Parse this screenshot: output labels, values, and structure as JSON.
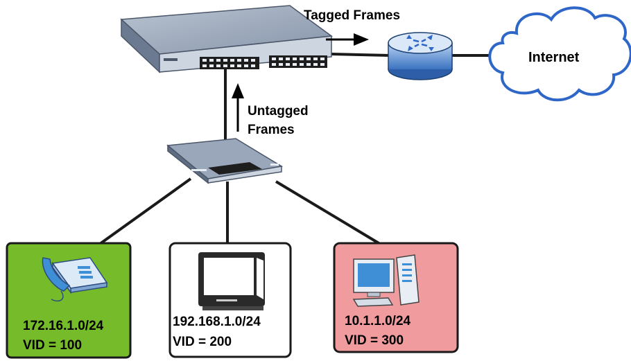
{
  "labels": {
    "tagged_frames": "Tagged Frames",
    "untagged_frames_line1": "Untagged",
    "untagged_frames_line2": "Frames",
    "internet": "Internet"
  },
  "devices": [
    {
      "device": "phone",
      "subnet": "172.16.1.0/24",
      "vid": "VID = 100",
      "box_color": "#76bc2a"
    },
    {
      "device": "tv",
      "subnet": "192.168.1.0/24",
      "vid": "VID = 200",
      "box_color": "#ffffff"
    },
    {
      "device": "computer",
      "subnet": "10.1.1.0/24",
      "vid": "VID = 300",
      "box_color": "#f09b9e"
    }
  ],
  "icons": {
    "main_switch": "managed-switch-icon",
    "router": "router-icon",
    "cloud": "cloud-icon",
    "access_switch": "access-switch-icon",
    "phone": "ip-phone-icon",
    "tv": "tv-monitor-icon",
    "computer": "desktop-computer-icon"
  },
  "colors": {
    "line": "#1a1a1a",
    "device_body": "#7f8fa6",
    "device_front": "#cdd5e0",
    "router_blue": "#3d7cc9",
    "cloud_stroke": "#2f67c9",
    "icon_blue": "#3e8fd6"
  }
}
